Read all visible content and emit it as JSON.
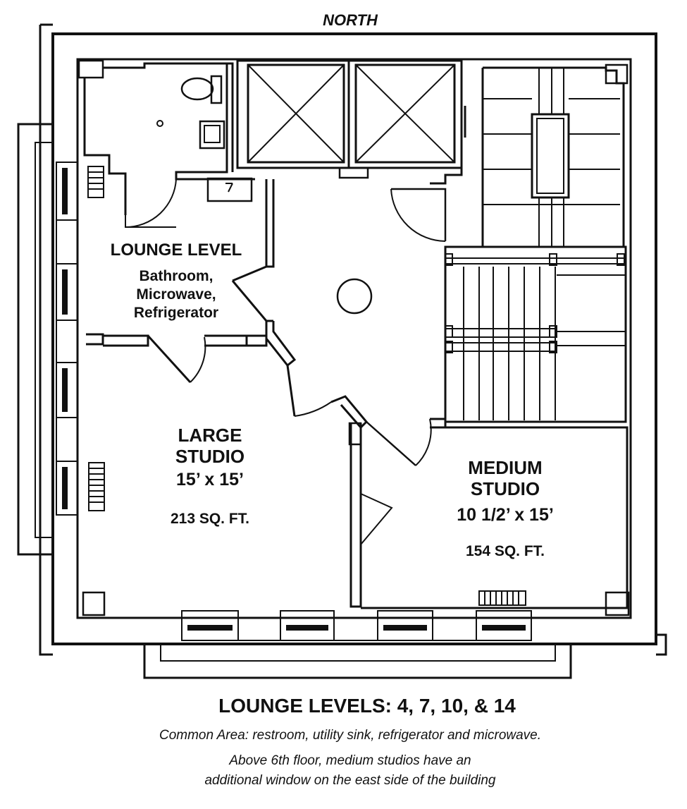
{
  "compass": {
    "north": "NORTH"
  },
  "rooms": {
    "lounge": {
      "title": "LOUNGE LEVEL",
      "lines": [
        "Bathroom,",
        "Microwave,",
        "Refrigerator"
      ]
    },
    "large_studio": {
      "title_lines": [
        "LARGE",
        "STUDIO"
      ],
      "dimensions": "15’ x 15’",
      "area": "213 SQ. FT."
    },
    "medium_studio": {
      "title_lines": [
        "MEDIUM",
        "STUDIO"
      ],
      "dimensions": "10 1/2’ x 15’",
      "area": "154 SQ. FT."
    }
  },
  "footer": {
    "heading": "LOUNGE LEVELS: 4, 7, 10, & 14",
    "note_1": "Common Area: restroom, utility sink, refrigerator and microwave.",
    "note_2_line_1": "Above 6th floor, medium studios have an",
    "note_2_line_2": "additional window on the east side of the building"
  }
}
